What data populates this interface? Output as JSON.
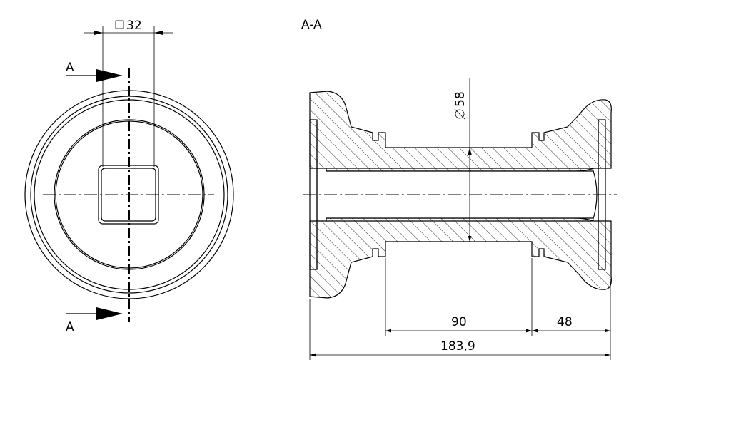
{
  "labels": {
    "section_title": "A-A",
    "section_mark_top": "A",
    "section_mark_bottom": "A",
    "square_dim": "32",
    "diameter_dim": "58",
    "dim_90": "90",
    "dim_48": "48",
    "dim_total": "183,9"
  },
  "icons": {
    "square_symbol": "square-icon",
    "diameter_symbol": "diameter-icon",
    "section_arrow": "arrow-right-icon"
  }
}
